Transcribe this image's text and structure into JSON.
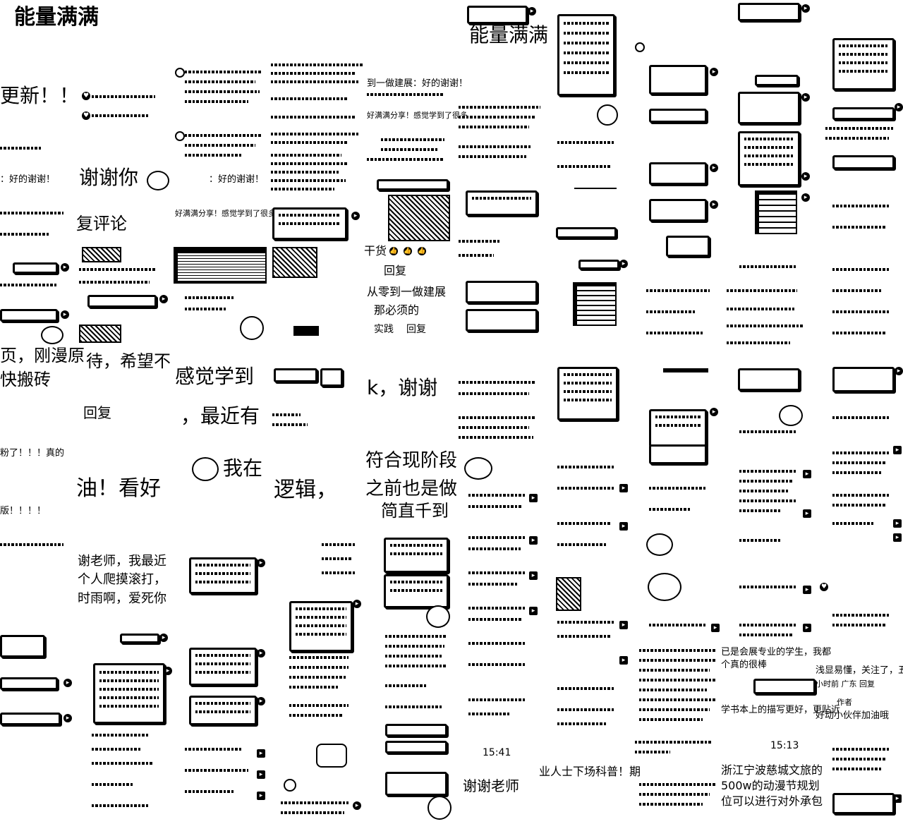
{
  "title": "能量满满",
  "title_overlay": "能量满满",
  "fragments": {
    "f1": "更新！！",
    "f2": "谢谢你",
    "f3": "复评论",
    "f4": "页，刚漫原",
    "f5": "快搬砖",
    "f6": "回复",
    "f7": "待，希望不",
    "f8": "感觉学到",
    "f9": "，最近有",
    "f10": "我在",
    "f11": "油！看好",
    "f12": "逻辑，",
    "f13": "之前也是做",
    "f14": "简直千到",
    "f15": "符合现阶段",
    "f16": "k，谢谢",
    "f17": "谢老师，我最近",
    "f18": "个人爬摸滚打，",
    "f19": "时雨啊，爱死你",
    "f20": "：好的谢谢！",
    "f21": "：好的谢谢！",
    "f22": "干货",
    "f23": "回复",
    "f24": "那必须的",
    "f25": "回复",
    "f26": "从零到一做建展",
    "f27": "谢谢老师",
    "f28": "15:41",
    "f29": "15:13",
    "f30": "业人士下场科普！期",
    "f31": "浙江宁波慈城文旅的",
    "f32": "500w的动漫节规划",
    "f33": "位可以进行对外承包",
    "f34": "浅显易懂，关注了，五年",
    "f35": "好动小伙伴加油哦",
    "f36": "已是会展专业的学生，我都",
    "f37": "个真的很棒",
    "f38": "学书本上的描写更好，更贴近",
    "f39": "粉了！！！真的",
    "f40": "版！！！！",
    "f41": "到一做建展：好的谢谢！",
    "f42": "好满满分享！感觉学到了很多",
    "f43": "实践",
    "f44": "回复",
    "f45": "作者",
    "f46": "小时前 广东 回复"
  },
  "icons": {
    "reply": "reply-icon",
    "like": "like-icon",
    "sticker": "emoji-sticker-icon"
  },
  "colors": {
    "background": "#ffffff",
    "ink": "#000000"
  }
}
